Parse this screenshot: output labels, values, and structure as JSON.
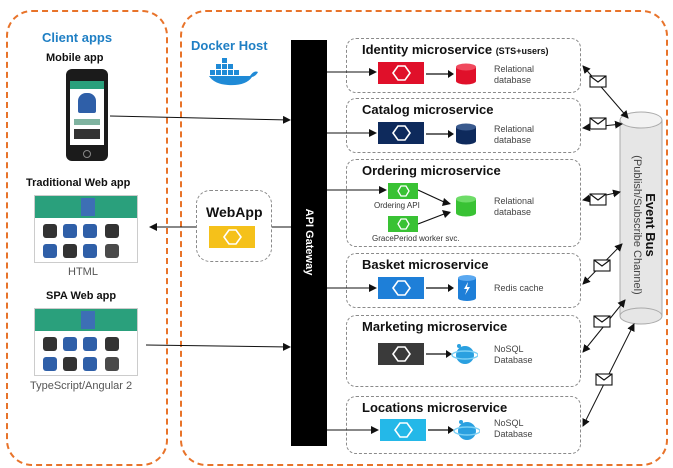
{
  "client": {
    "title": "Client apps",
    "mobile_label": "Mobile app",
    "web_label": "Traditional Web app",
    "web_caption": "HTML",
    "spa_label": "SPA Web app",
    "spa_caption": "TypeScript/Angular 2"
  },
  "host": {
    "title": "Docker Host",
    "gateway_label": "API Gateway",
    "webapp_label": "WebApp"
  },
  "services": {
    "identity": {
      "title": "Identity microservice",
      "tag": "(STS+users)",
      "db": "Relational\ndatabase"
    },
    "catalog": {
      "title": "Catalog microservice",
      "db": "Relational\ndatabase"
    },
    "ordering": {
      "title": "Ordering microservice",
      "api_label": "Ordering API",
      "worker_label": "GracePeriod worker svc.",
      "db": "Relational\ndatabase"
    },
    "basket": {
      "title": "Basket microservice",
      "db": "Redis cache"
    },
    "marketing": {
      "title": "Marketing microservice",
      "db": "NoSQL\nDatabase"
    },
    "locations": {
      "title": "Locations microservice",
      "db": "NoSQL\nDatabase"
    }
  },
  "bus": {
    "title": "Event Bus",
    "subtitle": "(Publish/Subscribe Channel)"
  },
  "colors": {
    "region_border": "#e8732a",
    "accent_blue": "#1f7fc4",
    "identity_red": "#e0102a",
    "catalog_navy": "#0e2a5c",
    "ordering_green": "#39c234",
    "basket_blue": "#1e7fd8",
    "marketing_dark": "#3a3a3a",
    "locations_cyan": "#24b8e8",
    "webapp_yellow": "#f5c11a"
  }
}
